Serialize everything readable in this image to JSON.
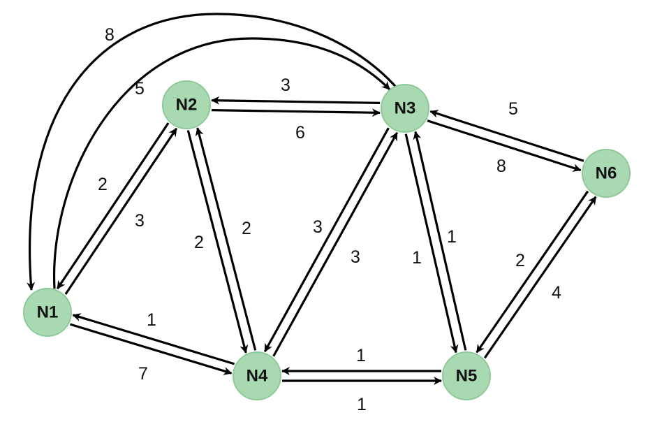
{
  "nodes": [
    {
      "id": "N1",
      "label": "N1"
    },
    {
      "id": "N2",
      "label": "N2"
    },
    {
      "id": "N3",
      "label": "N3"
    },
    {
      "id": "N4",
      "label": "N4"
    },
    {
      "id": "N5",
      "label": "N5"
    },
    {
      "id": "N6",
      "label": "N6"
    }
  ],
  "edges": [
    {
      "from": "N1",
      "to": "N2",
      "weight": "2"
    },
    {
      "from": "N2",
      "to": "N1",
      "weight": "3"
    },
    {
      "from": "N1",
      "to": "N4",
      "weight": "1"
    },
    {
      "from": "N4",
      "to": "N1",
      "weight": "7"
    },
    {
      "from": "N1",
      "to": "N3",
      "weight": "5"
    },
    {
      "from": "N3",
      "to": "N1",
      "weight": "8"
    },
    {
      "from": "N2",
      "to": "N3",
      "weight": "3"
    },
    {
      "from": "N3",
      "to": "N2",
      "weight": "6"
    },
    {
      "from": "N2",
      "to": "N4",
      "weight": "2"
    },
    {
      "from": "N4",
      "to": "N2",
      "weight": "2"
    },
    {
      "from": "N4",
      "to": "N3",
      "weight": "3"
    },
    {
      "from": "N3",
      "to": "N4",
      "weight": "3"
    },
    {
      "from": "N3",
      "to": "N5",
      "weight": "1"
    },
    {
      "from": "N5",
      "to": "N3",
      "weight": "1"
    },
    {
      "from": "N3",
      "to": "N6",
      "weight": "5"
    },
    {
      "from": "N6",
      "to": "N3",
      "weight": "8"
    },
    {
      "from": "N4",
      "to": "N5",
      "weight": "1"
    },
    {
      "from": "N5",
      "to": "N4",
      "weight": "1"
    },
    {
      "from": "N5",
      "to": "N6",
      "weight": "2"
    },
    {
      "from": "N6",
      "to": "N5",
      "weight": "4"
    }
  ]
}
